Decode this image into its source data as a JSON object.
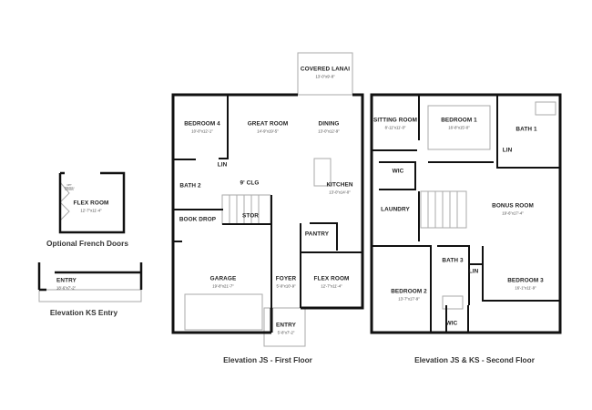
{
  "first_floor": {
    "caption": "Elevation JS - First Floor",
    "rooms": [
      {
        "name": "COVERED LANAI",
        "dim": "13'-0\"x9'-8\""
      },
      {
        "name": "BEDROOM 4",
        "dim": "10'-0\"x12'-1\""
      },
      {
        "name": "GREAT ROOM",
        "dim": "14'-9\"x19'-5\""
      },
      {
        "name": "DINING",
        "dim": "13'-0\"x12'-9\""
      },
      {
        "name": "KITCHEN",
        "dim": "13'-0\"x14'-0\""
      },
      {
        "name": "LIN"
      },
      {
        "name": "BATH 2"
      },
      {
        "name": "9' CLG"
      },
      {
        "name": "BOOK DROP"
      },
      {
        "name": "STOR"
      },
      {
        "name": "PANTRY"
      },
      {
        "name": "GARAGE",
        "dim": "19'-8\"x21'-7\""
      },
      {
        "name": "FOYER",
        "dim": "5'-9\"x10'-9\""
      },
      {
        "name": "FLEX ROOM",
        "dim": "12'-7\"x11'-4\""
      },
      {
        "name": "ENTRY",
        "dim": "5'-8\"x7'-2\""
      }
    ]
  },
  "second_floor": {
    "caption": "Elevation JS & KS - Second Floor",
    "rooms": [
      {
        "name": "SITTING ROOM",
        "dim": "8'-11\"x11'-0\""
      },
      {
        "name": "BEDROOM 1",
        "dim": "16'-8\"x15'-0\""
      },
      {
        "name": "BATH 1"
      },
      {
        "name": "LIN"
      },
      {
        "name": "WIC"
      },
      {
        "name": "LAUNDRY"
      },
      {
        "name": "BONUS ROOM",
        "dim": "19'-6\"x17'-4\""
      },
      {
        "name": "BATH 3"
      },
      {
        "name": "LIN"
      },
      {
        "name": "BEDROOM 2",
        "dim": "13'-7\"x17'-9\""
      },
      {
        "name": "BEDROOM 3",
        "dim": "16'-1\"x11'-9\""
      },
      {
        "name": "WIC"
      }
    ]
  },
  "optional_french_doors": {
    "caption": "Optional French Doors",
    "room": {
      "name": "FLEX ROOM",
      "dim": "12'-7\"x11'-4\""
    },
    "note": "OPT FRENCH DOORS"
  },
  "ks_entry": {
    "caption": "Elevation KS Entry",
    "room": {
      "name": "ENTRY",
      "dim": "18'-6\"x7'-2\""
    }
  }
}
